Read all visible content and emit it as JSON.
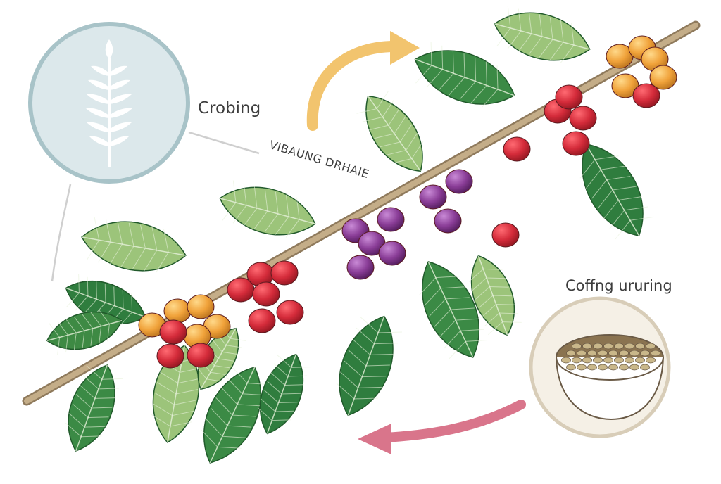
{
  "labels": {
    "growing": "Crobing",
    "stage": "VIBAUNG DRHAIE",
    "curing": "Coffng ururing"
  },
  "icons": {
    "top_left": "leaf-sprig-icon",
    "bottom_right": "bowl-of-beans-icon"
  },
  "arrows": {
    "top": "curved-arrow-right-icon",
    "bottom": "curved-arrow-left-icon"
  },
  "colors": {
    "leaf_dark": "#2f7d3e",
    "leaf_light": "#9cc47a",
    "berry_red": "#d42b3a",
    "berry_orange": "#f0a23a",
    "berry_purple": "#8a3d97",
    "branch": "#b79f7c",
    "arrow_top": "#f2c46e",
    "arrow_bottom": "#d9758b",
    "circle_left": "#dce8eb",
    "circle_right": "#f5f0e6"
  }
}
